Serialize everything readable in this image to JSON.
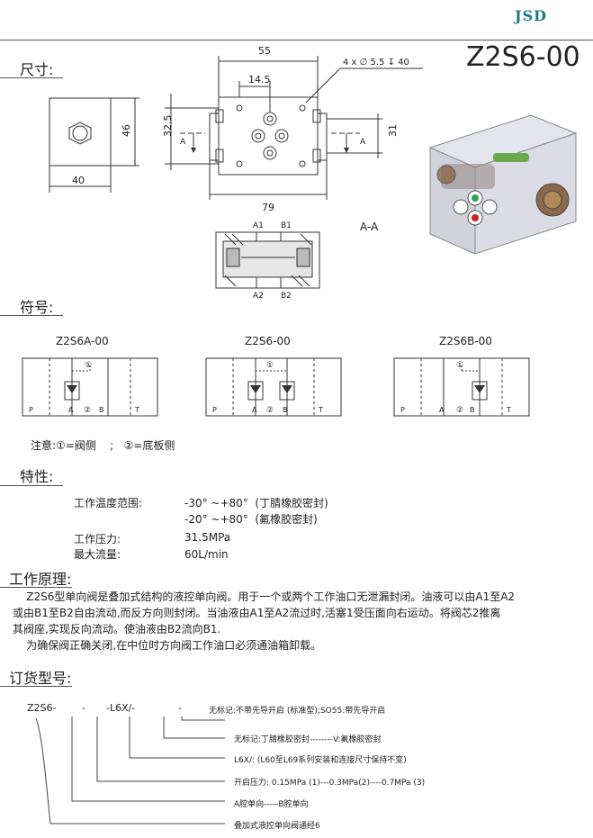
{
  "brand": "JSD",
  "model": "Z2S6-00",
  "dimensions": {
    "heading": "尺寸:",
    "d55": "55",
    "d14_5": "14.5",
    "d32_5": "32.5",
    "d31": "31",
    "d79": "79",
    "d46": "46",
    "d40": "40",
    "holes": "4 x ∅ 5.5 ↧ 40",
    "port_a_left": "A",
    "port_a_right": "A",
    "section_title": "A-A",
    "sec_a1": "A1",
    "sec_b1": "B1",
    "sec_a2": "A2",
    "sec_b2": "B2"
  },
  "symbols": {
    "heading": "符号:",
    "items": [
      {
        "name": "Z2S6A-00",
        "p": "P",
        "a": "A",
        "b": "B",
        "t": "T",
        "c1": "①",
        "c2": "②"
      },
      {
        "name": "Z2S6-00",
        "p": "P",
        "a": "A",
        "b": "B",
        "t": "T",
        "c1": "①",
        "c2": "②"
      },
      {
        "name": "Z2S6B-00",
        "p": "P",
        "a": "A",
        "b": "B",
        "t": "T",
        "c1": "①",
        "c2": "②"
      }
    ],
    "note": "注意:①=阀侧    ;   ②=底板侧"
  },
  "features": {
    "heading": "特性:",
    "temp_label": "工作温度范围:",
    "temp_nbr": "-30° ~+80°  (丁腈橡胶密封)",
    "temp_fkm": "-20° ~+80°  (氟橡胶密封)",
    "pressure_label": "工作压力:",
    "pressure_value": "31.5MPa",
    "flow_label": "最大流量:",
    "flow_value": "60L/min"
  },
  "principle": {
    "heading": "工作原理:",
    "lines": [
      "    Z2S6型单向阀是叠加式结构的液控单向阀。用于一个或两个工作油口无泄漏封闭。油液可以由A1至A2",
      "或由B1至B2自由流动,而反方向则封闭。当油液由A1至A2流过时,活塞1受压面向右运动。将阀芯2推离",
      "其阀座,实现反向流动。使油液由B2流向B1.",
      "    为确保阀正确关闭,在中位时方向阀工作油口必须通油箱卸载。"
    ]
  },
  "ordering": {
    "heading": "订货型号:",
    "code_prefix": "Z2S6-",
    "code_dash1": "-",
    "code_mid": "-L6X/-",
    "code_dash2": "-",
    "opt1": "无标记:不带先导开启 (标准型);SO55:带先导开启",
    "opt2": "无标记:丁腈橡胶密封--------V:氟橡胶密封",
    "opt3": "L6X/: (L60至L69系列安装和连接尺寸保持不变)",
    "opt4": "开启压力: 0.15MPa (1)---0.3MPa(2)----0.7MPa (3)",
    "opt5": "A腔单向-----B腔单向",
    "opt6": "叠加式液控单向阀通经6"
  }
}
